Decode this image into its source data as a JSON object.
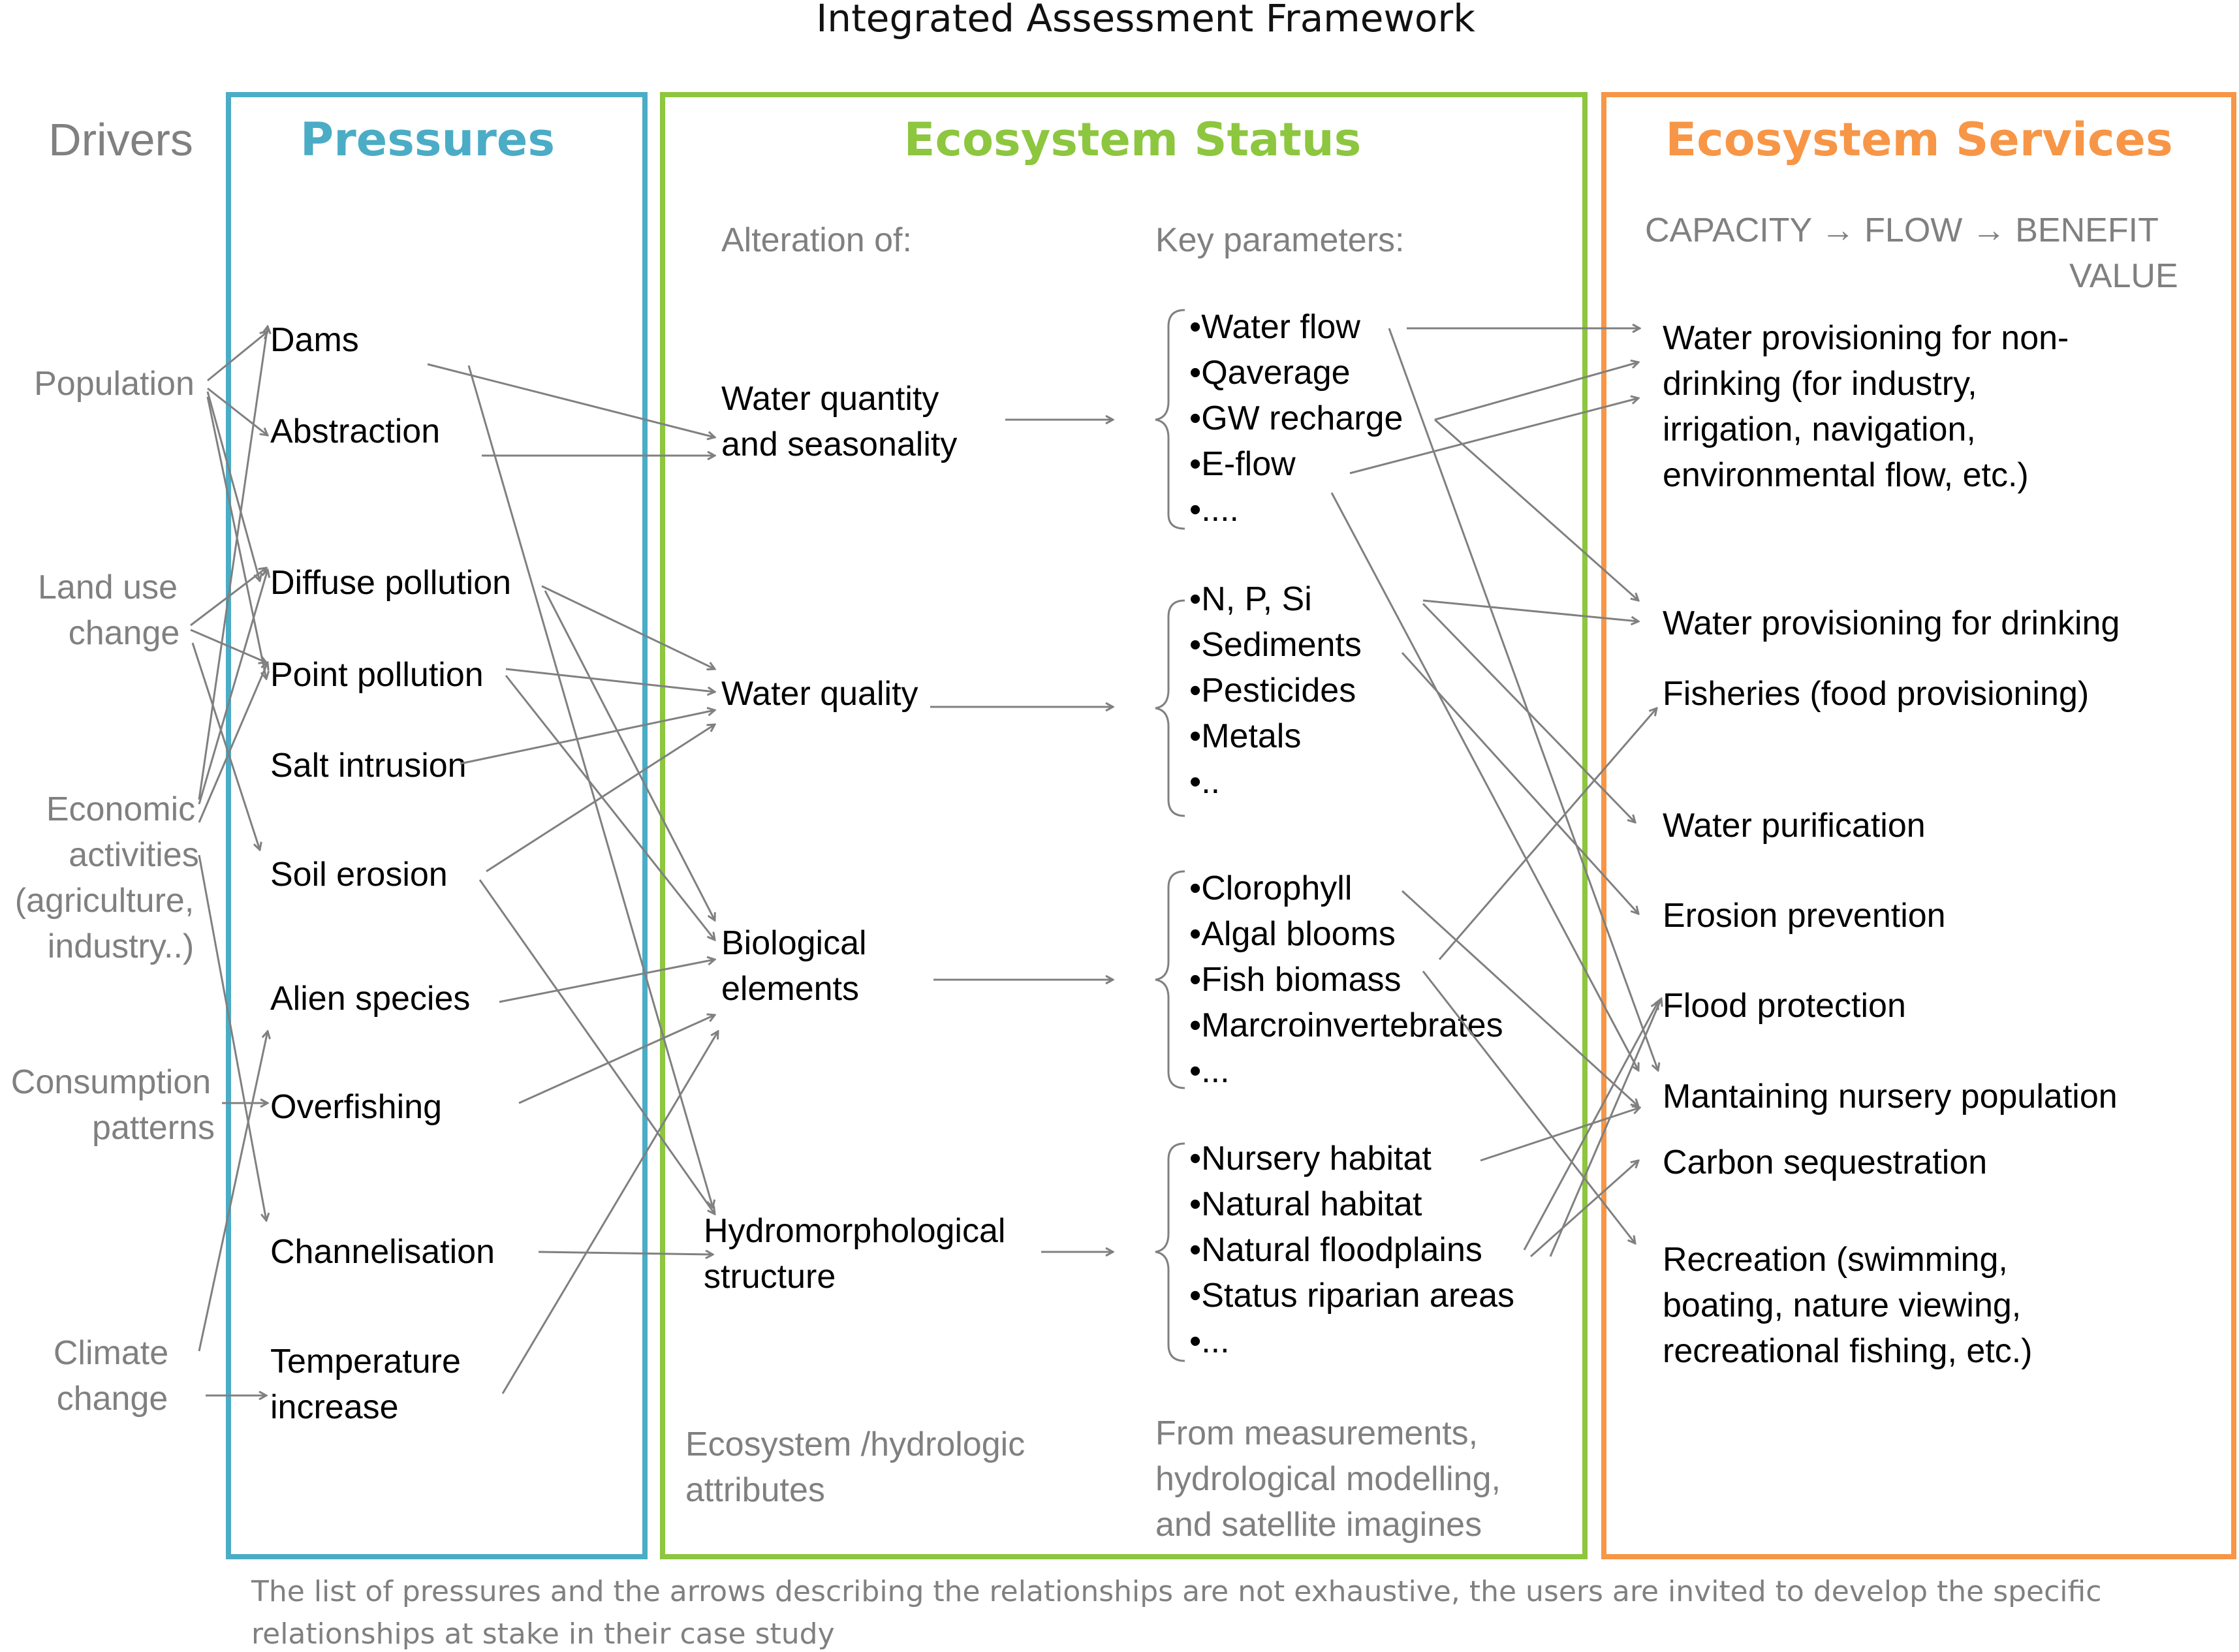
{
  "title": "Integrated Assessment Framework",
  "colors": {
    "pressures": "#4bacc6",
    "status": "#8dc63f",
    "services": "#f79646",
    "grey": "#808080"
  },
  "drivers": {
    "header": "Drivers",
    "population": "Population",
    "land_use_1": "Land use",
    "land_use_2": "change",
    "economic_1": "Economic",
    "economic_2": "activities",
    "economic_3": "(agriculture,",
    "economic_4": "industry..)",
    "consumption_1": "Consumption",
    "consumption_2": "patterns",
    "climate_1": "Climate",
    "climate_2": "change"
  },
  "pressures": {
    "header": "Pressures",
    "items": [
      "Dams",
      "Abstraction",
      "Diffuse pollution",
      "Point pollution",
      "Salt intrusion",
      "Soil erosion",
      "Alien species",
      "Overfishing",
      "Channelisation",
      "Temperature",
      "increase"
    ]
  },
  "status": {
    "header": "Ecosystem Status",
    "alteration_label": "Alteration of:",
    "key_params_label": "Key parameters:",
    "alterations": {
      "quantity_1": "Water quantity",
      "quantity_2": "and seasonality",
      "quality": "Water quality",
      "bio_1": "Biological",
      "bio_2": "elements",
      "hydro_1": "Hydromorphological",
      "hydro_2": "structure"
    },
    "params_quantity": [
      "•Water flow",
      "•Qaverage",
      "•GW recharge",
      "•E-flow",
      "•...."
    ],
    "params_quality": [
      "•N, P, Si",
      "•Sediments",
      "•Pesticides",
      "•Metals",
      "•.."
    ],
    "params_bio": [
      "•Clorophyll",
      "•Algal blooms",
      "•Fish biomass",
      "•Marcroinvertebrates",
      "•..."
    ],
    "params_hydro": [
      "•Nursery habitat",
      "•Natural habitat",
      "•Natural floodplains",
      "•Status riparian areas",
      "•..."
    ],
    "footer_left_1": "Ecosystem /hydrologic",
    "footer_left_2": "attributes",
    "footer_right_1": "From measurements,",
    "footer_right_2": "hydrological modelling,",
    "footer_right_3": "and satellite imagines"
  },
  "services": {
    "header": "Ecosystem Services",
    "chain_1": "CAPACITY → FLOW → BENEFIT",
    "chain_2": "VALUE",
    "items": {
      "nondrinking_1": "Water provisioning for non-",
      "nondrinking_2": "drinking (for industry,",
      "nondrinking_3": "irrigation, navigation,",
      "nondrinking_4": "environmental flow, etc.)",
      "drinking": "Water provisioning for drinking",
      "fisheries": "Fisheries (food provisioning)",
      "purification": "Water purification",
      "erosion": "Erosion prevention",
      "flood": "Flood protection",
      "nursery": "Mantaining nursery population",
      "carbon": "Carbon sequestration",
      "recreation_1": "Recreation (swimming,",
      "recreation_2": "boating, nature viewing,",
      "recreation_3": "recreational fishing, etc.)"
    }
  },
  "footnote_1": "The list of pressures and the arrows describing the relationships are not exhaustive, the users are invited to develop the specific",
  "footnote_2": "relationships at stake in their case study"
}
